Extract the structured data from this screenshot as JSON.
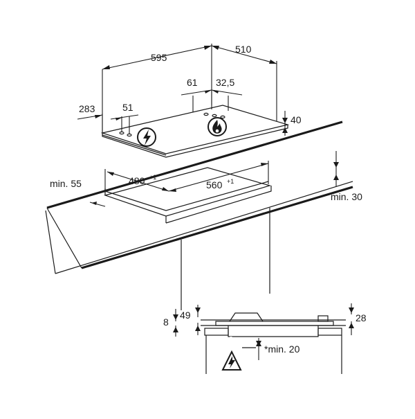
{
  "labels": {
    "width_595": "595",
    "depth_510": "510",
    "offset_61": "61",
    "offset_32_5": "32,5",
    "offset_283": "283",
    "offset_51": "51",
    "height_40": "40",
    "min_55": "min. 55",
    "cutout_480": "480",
    "cutout_480_tol": "+1",
    "cutout_560": "560",
    "cutout_560_tol": "+1",
    "min_30": "min. 30",
    "dim_8": "8",
    "dim_49": "49",
    "dim_28": "28",
    "min_20": "*min. 20"
  },
  "icons": {
    "electric_hazard": "lightning-bolt-in-circle",
    "gas_flame": "flame-in-circle",
    "warning": "lightning-in-triangle"
  }
}
